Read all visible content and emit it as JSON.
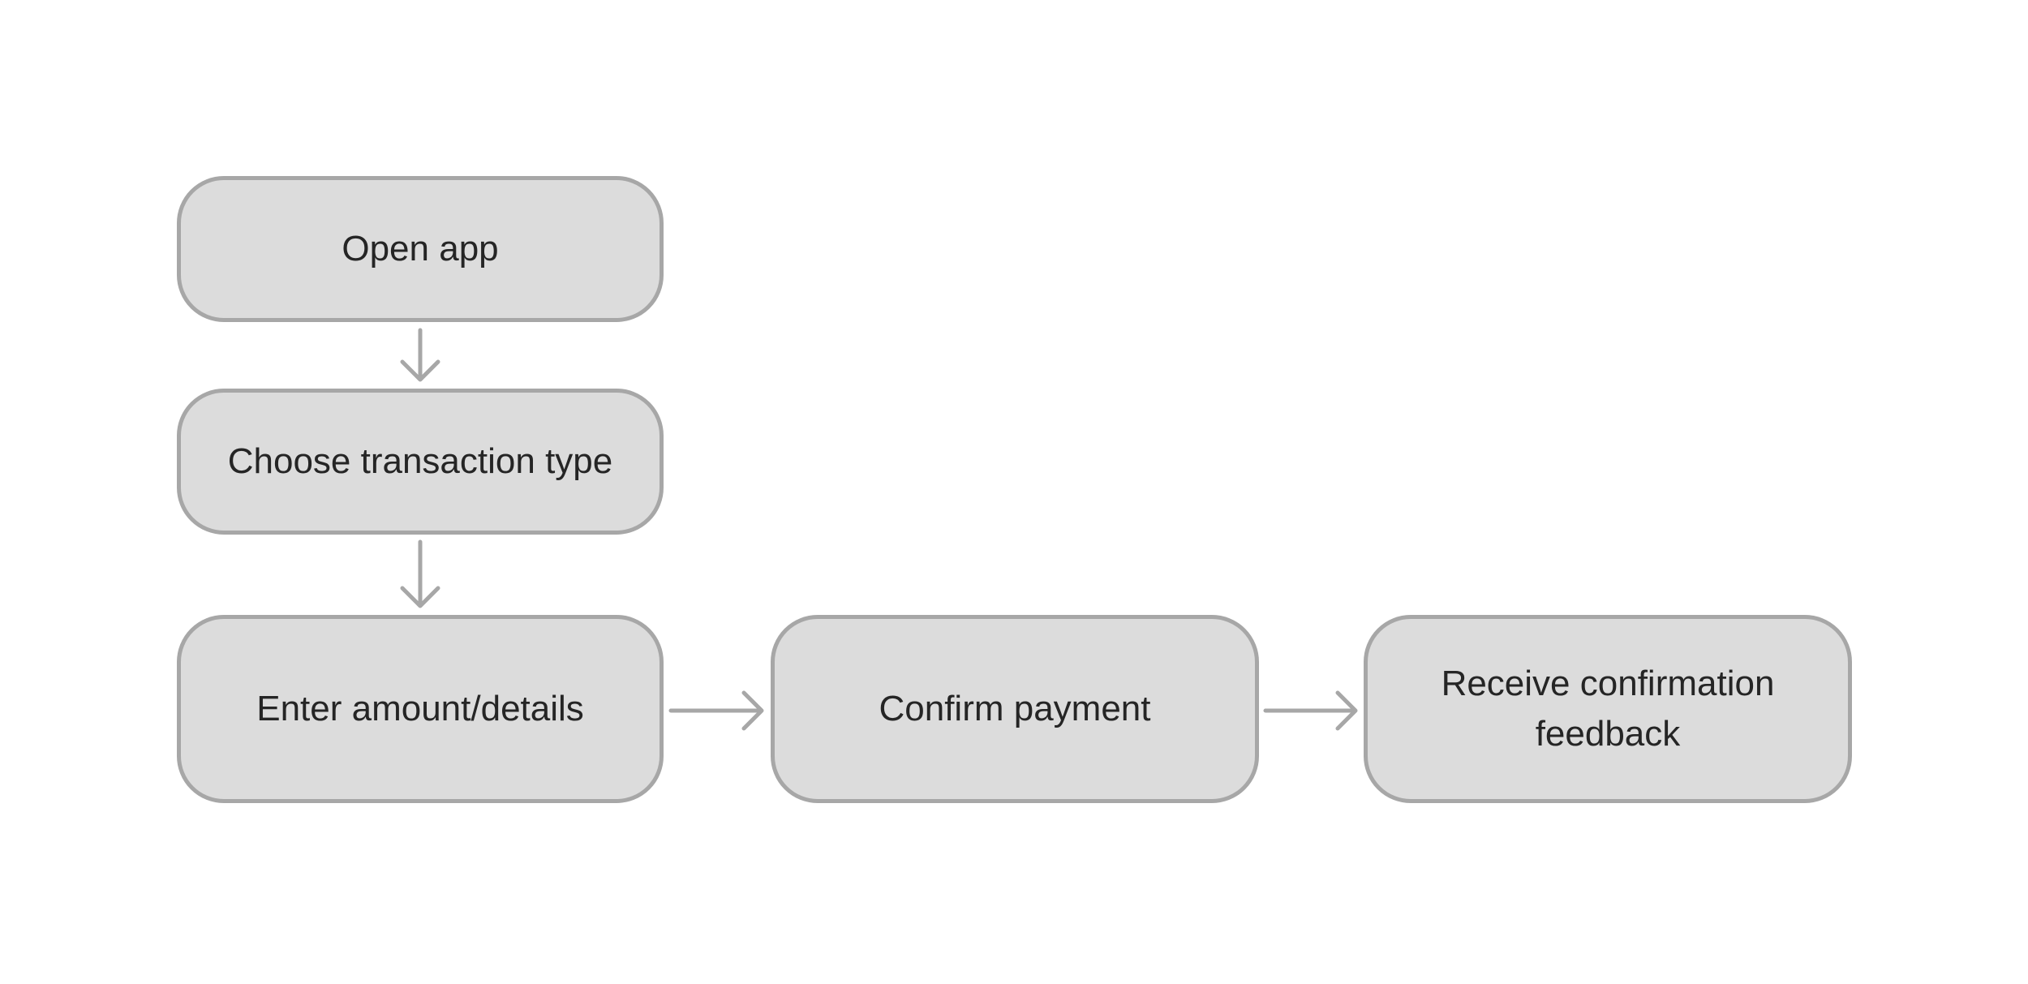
{
  "diagram": {
    "type": "flowchart",
    "colors": {
      "background": "#ffffff",
      "node-fill": "#dcdcdc",
      "node-border": "#a7a7a7",
      "arrow": "#a7a7a7",
      "text": "#252525"
    },
    "nodes": [
      {
        "id": "open-app",
        "label": "Open app"
      },
      {
        "id": "choose-transaction-type",
        "label": "Choose transaction type"
      },
      {
        "id": "enter-amount-details",
        "label": "Enter amount/details"
      },
      {
        "id": "confirm-payment",
        "label": "Confirm payment"
      },
      {
        "id": "receive-confirmation-feedback",
        "label": "Receive confirmation feedback"
      }
    ],
    "edges": [
      {
        "from": "open-app",
        "to": "choose-transaction-type",
        "direction": "down"
      },
      {
        "from": "choose-transaction-type",
        "to": "enter-amount-details",
        "direction": "down"
      },
      {
        "from": "enter-amount-details",
        "to": "confirm-payment",
        "direction": "right"
      },
      {
        "from": "confirm-payment",
        "to": "receive-confirmation-feedback",
        "direction": "right"
      }
    ]
  }
}
